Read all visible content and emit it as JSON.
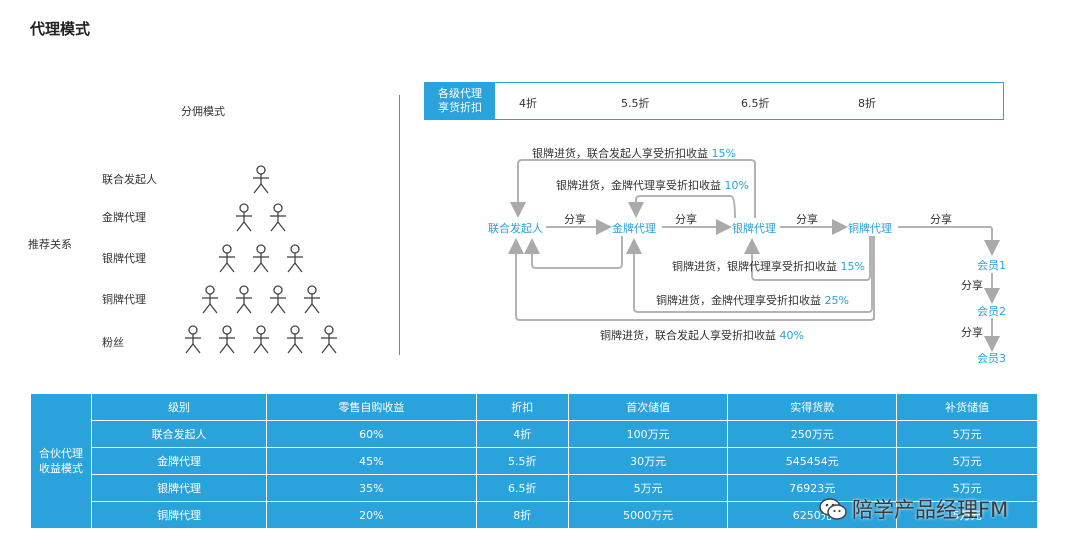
{
  "page_title": "代理模式",
  "commission": {
    "title": "分佣模式",
    "side_label": "推荐关系",
    "rows": [
      {
        "label": "联合发起人",
        "count": 1
      },
      {
        "label": "金牌代理",
        "count": 2
      },
      {
        "label": "银牌代理",
        "count": 3
      },
      {
        "label": "铜牌代理",
        "count": 4
      },
      {
        "label": "粉丝",
        "count": 5
      }
    ]
  },
  "discount_bar": {
    "head": [
      "各级代理",
      "享货折扣"
    ],
    "values": [
      "4折",
      "5.5折",
      "6.5折",
      "8折"
    ]
  },
  "flow": {
    "nodes": {
      "founder": "联合发起人",
      "gold": "金牌代理",
      "silver": "银牌代理",
      "bronze": "铜牌代理",
      "m1": "会员1",
      "m2": "会员2",
      "m3": "会员3"
    },
    "share_label": "分享",
    "notes": [
      {
        "text": "银牌进货，联合发起人享受折扣收益",
        "pct": "15%"
      },
      {
        "text": "银牌进货，金牌代理享受折扣收益",
        "pct": "10%"
      },
      {
        "text": "铜牌进货，银牌代理享受折扣收益",
        "pct": "15%"
      },
      {
        "text": "铜牌进货，金牌代理享受折扣收益",
        "pct": "25%"
      },
      {
        "text": "铜牌进货，联合发起人享受折扣收益",
        "pct": "40%"
      }
    ]
  },
  "table": {
    "row_head": [
      "合伙代理",
      "收益模式"
    ],
    "headers": [
      "级别",
      "零售自购收益",
      "折扣",
      "首次储值",
      "实得货款",
      "补货储值"
    ],
    "rows": [
      [
        "联合发起人",
        "60%",
        "4折",
        "100万元",
        "250万元",
        "5万元"
      ],
      [
        "金牌代理",
        "45%",
        "5.5折",
        "30万元",
        "545454元",
        "5万元"
      ],
      [
        "银牌代理",
        "35%",
        "6.5折",
        "5万元",
        "76923元",
        "5万元"
      ],
      [
        "铜牌代理",
        "20%",
        "8折",
        "5000万元",
        "6250元",
        "5万元"
      ]
    ]
  },
  "watermark": "陪学产品经理FM"
}
